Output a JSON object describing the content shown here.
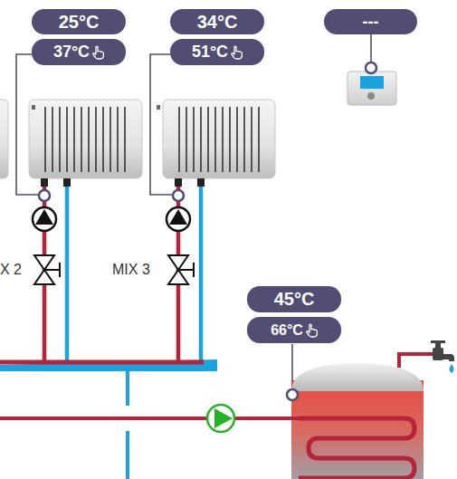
{
  "diagram": {
    "nodes": [
      {
        "text": [
          "25°C"
        ]
      },
      {
        "text": [
          "37°C"
        ]
      },
      {
        "text": [
          "34°C"
        ]
      },
      {
        "text": [
          "51°C"
        ]
      },
      {
        "text": [
          "---"
        ]
      },
      {
        "text": [
          "45°C"
        ]
      },
      {
        "text": [
          "66°C"
        ]
      }
    ],
    "labels": [
      "X 2",
      "MIX 3"
    ]
  }
}
